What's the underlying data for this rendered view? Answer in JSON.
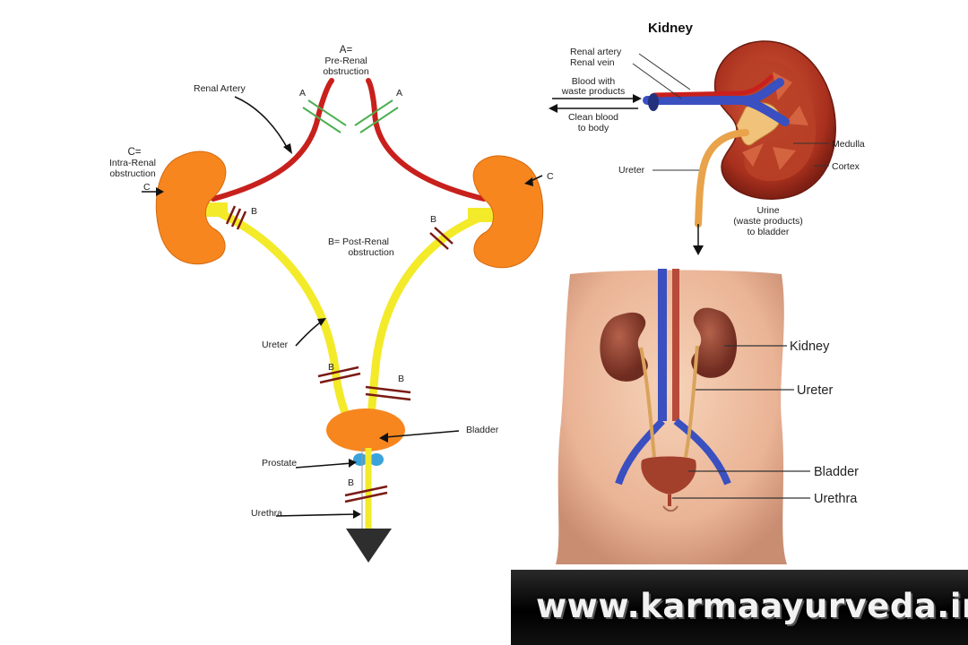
{
  "obstruction_diagram": {
    "label_a_title": "A=",
    "label_a_desc": "Pre-Renal obstruction",
    "label_a_line1": "Pre-Renal",
    "label_a_line2": "obstruction",
    "marker_a": "A",
    "renal_artery": "Renal Artery",
    "label_c_title": "C=",
    "label_c_line1": "Intra-Renal",
    "label_c_line2": "obstruction",
    "marker_c": "C",
    "marker_b": "B",
    "label_b_line1": "B= Post-Renal",
    "label_b_line2": "obstruction",
    "ureter": "Ureter",
    "bladder": "Bladder",
    "prostate": "Prostate",
    "urethra": "Urethra"
  },
  "kidney_detail": {
    "title": "Kidney",
    "renal_artery": "Renal artery",
    "renal_vein": "Renal vein",
    "blood_in_line1": "Blood with",
    "blood_in_line2": "waste products",
    "blood_out_line1": "Clean blood",
    "blood_out_line2": "to body",
    "ureter": "Ureter",
    "medulla": "Medulla",
    "cortex": "Cortex",
    "urine_line1": "Urine",
    "urine_line2": "(waste products)",
    "urine_line3": "to bladder"
  },
  "body_diagram": {
    "kidney": "Kidney",
    "ureter": "Ureter",
    "bladder": "Bladder",
    "urethra": "Urethra"
  },
  "watermark": "www.karmaayurveda.in",
  "colors": {
    "kidney_orange": "#f7861f",
    "artery_red": "#c8201c",
    "ureter_yellow": "#f3ea2a",
    "blockage_brown": "#7a1a14",
    "prostate_blue": "#3aa3dc",
    "vein_blue": "#3a4fc0",
    "skin": "#f0c2a3"
  }
}
